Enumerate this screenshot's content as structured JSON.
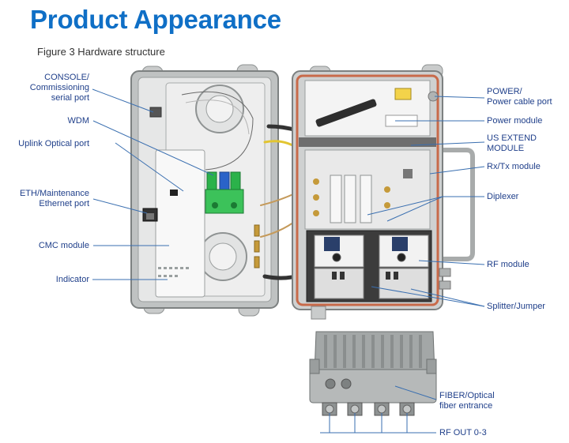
{
  "header": {
    "title": "Product Appearance",
    "subtitle": "Figure 3 Hardware structure"
  },
  "labels_left": {
    "console": [
      "CONSOLE/",
      "Commissioning",
      "serial port"
    ],
    "wdm": "WDM",
    "uplink": "Uplink Optical port",
    "eth": [
      "ETH/Maintenance",
      "Ethernet port"
    ],
    "cmc": "CMC module",
    "indicator": "Indicator"
  },
  "labels_right": {
    "power": [
      "POWER/",
      "Power cable port"
    ],
    "power_module": "Power module",
    "us_extend": [
      "US EXTEND",
      "MODULE"
    ],
    "rxtx": "Rx/Tx module",
    "diplexer": "Diplexer",
    "rf_module": "RF module",
    "splitter": "Splitter/Jumper"
  },
  "labels_bottom": {
    "fiber": [
      "FIBER/Optical",
      "fiber entrance"
    ],
    "rf_out": "RF OUT 0-3"
  },
  "colors": {
    "title": "#0f6fc6",
    "label": "#1f3f8a",
    "leader_line": "#3a6fb0",
    "housing": "#d4d6d6",
    "gasket": "#c86a4a",
    "fiber_green": "#2bb24a",
    "fiber_blue": "#2a63c8"
  }
}
